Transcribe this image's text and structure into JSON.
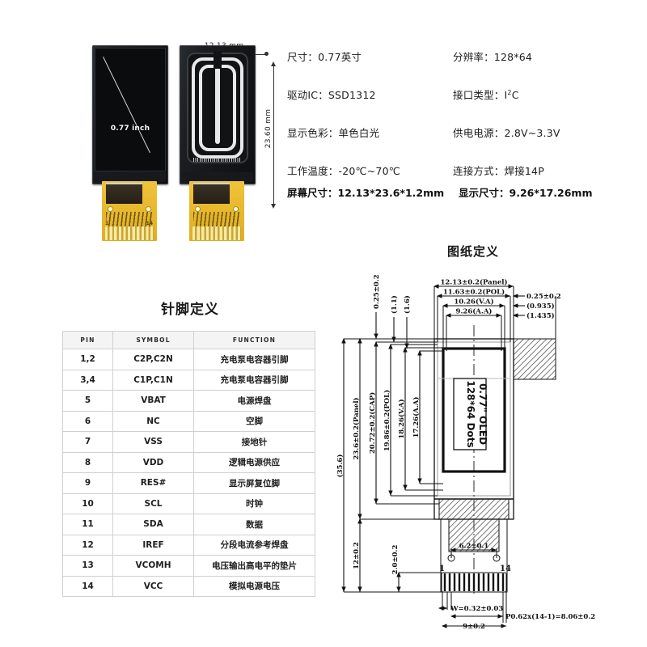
{
  "product_photos": {
    "dim_width_label": "12.13 mm",
    "dim_height_label": "23.60 mm",
    "screen_label": "0.77 inch"
  },
  "specs": {
    "rows": [
      {
        "left": "尺寸：0.77英寸",
        "right_pre": "分辨率：128*64",
        "right_sup": "",
        "right_post": ""
      },
      {
        "left": "驱动IC：SSD1312",
        "right_pre": "接口类型：I",
        "right_sup": "2",
        "right_post": "C"
      },
      {
        "left": "显示色彩：单色白光",
        "right_pre": "供电电源：2.8V~3.3V",
        "right_sup": "",
        "right_post": ""
      },
      {
        "left": "工作温度：-20℃~70℃",
        "right_pre": "连接方式：焊接14P",
        "right_sup": "",
        "right_post": ""
      }
    ],
    "band": {
      "screen_size": "屏幕尺寸：12.13*23.6*1.2mm",
      "display_size": "显示尺寸：9.26*17.26mm"
    }
  },
  "pin_section": {
    "title": "针脚定义",
    "headers": [
      "PIN",
      "SYMBOL",
      "FUNCTION"
    ],
    "rows": [
      [
        "1,2",
        "C2P,C2N",
        "充电泵电容器引脚"
      ],
      [
        "3,4",
        "C1P,C1N",
        "充电泵电容器引脚"
      ],
      [
        "5",
        "VBAT",
        "电源焊盘"
      ],
      [
        "6",
        "NC",
        "空脚"
      ],
      [
        "7",
        "VSS",
        "接地针"
      ],
      [
        "8",
        "VDD",
        "逻辑电源供应"
      ],
      [
        "9",
        "RES#",
        "显示屏复位脚"
      ],
      [
        "10",
        "SCL",
        "时钟"
      ],
      [
        "11",
        "SDA",
        "数据"
      ],
      [
        "12",
        "IREF",
        "分段电流参考焊盘"
      ],
      [
        "13",
        "VCOMH",
        "电压输出高电平的垫片"
      ],
      [
        "14",
        "VCC",
        "模拟电源电压"
      ]
    ]
  },
  "drawing": {
    "title": "图纸定义",
    "center_label_line1": "0.77\" OLED",
    "center_label_line2": "128*64 Dots",
    "top_dims": [
      "12.13±0.2(Panel)",
      "11.63±0.2(POL)",
      "10.26(V.A)",
      "9.26(A.A)"
    ],
    "right_dims": [
      "0.25±0.2",
      "(0.935)",
      "(1.435)"
    ],
    "top_left_dims": [
      "0.25±0.2",
      "(1.1)",
      "(1.6)"
    ],
    "left_dims": [
      "(35.6)",
      "23.6±0.2(Panel)",
      "20.72±0.2(CAP)",
      "19.86±0.2(POL)",
      "18.26(V.A)",
      "17.26(A.A)",
      "12±0.2",
      "2.0±0.2"
    ],
    "bottom_dims": [
      "6.2±0.1",
      "W=0.32±0.03",
      "P0.62x(14-1)=8.06±0.2",
      "9±0.2"
    ],
    "pin_first": "1",
    "pin_last": "14"
  },
  "colors": {
    "background": "#ffffff",
    "text": "#1a1a1a",
    "table_header_bg": "#f4f4f4",
    "table_border": "#d0d0d0",
    "fpc_yellow": "#e8b92e",
    "glass_black": "#15171a"
  }
}
